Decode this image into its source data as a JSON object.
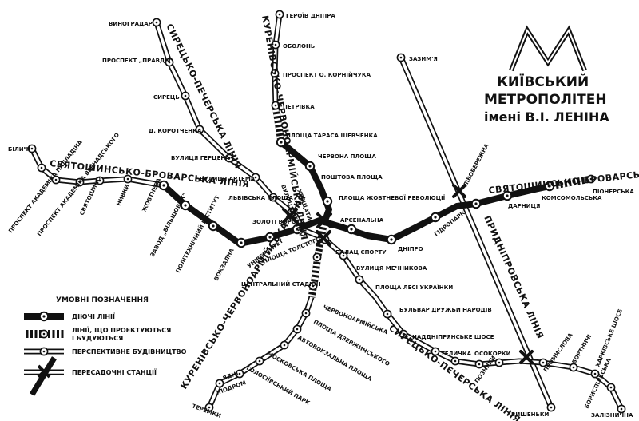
{
  "title": {
    "line1": "КИЇВСЬКИЙ",
    "line2": "МЕТРОПОЛІТЕН",
    "line3": "імені В.І. ЛЕНІНА"
  },
  "line_names": {
    "sviatoshynsko_left": "СВЯТОШИНСЬКО-БРОВАРСЬКА ЛІНІЯ",
    "sviatoshynsko_right": "СВЯТОШИНСЬКО-БРОВАРСЬКА ЛІНІЯ",
    "syretsko_top": "СИРЕЦЬКО-ПЕЧЕРСЬКА ЛІНІЯ",
    "syretsko_bottom": "СИРЕЦЬКО-ПЕЧЕРСЬКА ЛІНІЯ",
    "kurenivsko_top": "КУРЕНІВСЬКО-ЧЕРВОНОАРМІЙСЬКА ЛІНІЯ",
    "kurenivsko_bottom": "КУРЕНІВСЬКО-ЧЕРВОНОАРМІЙСЬКА ЛІНІЯ",
    "prydniprovska": "ПРИДНІПРОВСЬКА ЛІНІЯ"
  },
  "stations": {
    "bilychi": "БІЛИЧІ",
    "prospekt_palladina": "ПРОСПЕКТ АКАДЕМІКА ПАЛЛАДІНА",
    "prospekt_vernadskoho": "ПРОСПЕКТ АКАДЕМІКА ВЕРНАДСЬКОГО",
    "sviatoshyno": "СВЯТОШИНО",
    "nyvky": "НИВКИ",
    "zhovtneva": "ЖОВТНЕВА",
    "zavod_bilshovyk": "ЗАВОД „БІЛЬШОВИК\"",
    "politekhnichnyi": "ПОЛІТЕХНІЧНИЙ ІНСТИТУТ",
    "vokzalna": "ВОКЗАЛНА",
    "universytet": "УНІВЕРСИТЕТ",
    "khreshchatyk": "ХРЕЩАТИК",
    "arsenalna": "АРСЕНАЛЬНА",
    "dnipro": "ДНІПРО",
    "hidropark": "ГІДРОПАРК",
    "livoberezhna": "ЛІВОБЕРЕЖНА",
    "darnytsia": "ДАРНИЦЯ",
    "komsomolska": "КОМСОМОЛЬСЬКА",
    "pionerska": "ПІОНЕРСЬКА",
    "vynohradar": "ВИНОГРАДАР",
    "prospekt_pravdy": "ПРОСПЕКТ „ПРАВДЫ\"",
    "syrets": "СИРЕЦЬ",
    "dorohozhychi": "Д. КОРОТЧЕНКА",
    "vulytsia_hertsena": "ВУЛИЦЯ ГЕРЦЕНА",
    "vulytsia_artema": "ВУЛИЦЯ АРТЕМА",
    "lvivska_ploshcha": "ЛЬВІВСЬКА ПЛОЩА",
    "zoloti_vorota": "ЗОЛОТІ ВОРОТА",
    "ploshcha_tolstoho": "ПЛОЩА ТОЛСТОГО",
    "palats_sportu": "ПАЛАЦ СПОРТУ",
    "vulytsia_mechnykova": "ВУЛИЦЯ МЕЧНИКОВА",
    "ploshcha_lesi": "ПЛОЩА ЛЕСІ УКРАЇНКИ",
    "bulvar_druzhby": "БУЛЬВАР ДРУЖБИ НАРОДІВ",
    "nadniprianske": "НАДДНІПРЯНСЬКЕ ШОСЕ",
    "telychka": "ТЕЛИЧКА",
    "osokorky": "ОСОКОРКИ",
    "pozniaky": "ПОЗНЯКИ",
    "promyslova": "ПРОМИСЛОВА",
    "bortnychi": "БОРТНИЧІ",
    "kharkivske": "ХАРКІВСЬКЕ ШОСЕ",
    "boryspilska": "БОРИСПІЛЬСЬКА",
    "zaliznychna": "ЗАЛІЗНИЧНА",
    "heroiv_dnipra": "ГЕРОЇВ ДНІПРА",
    "obolon": "ОБОЛОНЬ",
    "prospekt_korniichuka": "ПРОСПЕКТ О. КОРНІЙЧУКА",
    "petrivka": "ПЕТРІВКА",
    "ploshcha_shevchenka": "ПЛОЩА ТАРАСА ШЕВЧЕНКА",
    "chervona_ploshcha": "ЧЕРВОНА ПЛОЩА",
    "poshtova_ploshcha": "ПОШТОВА ПЛОЩА",
    "ploshcha_zhovtnevoi": "ПЛОЩА ЖОВТНЕВОЇ РЕВОЛЮЦІЇ",
    "vulytsia_lenina": "ВУЛИЦЯ ЛЕНІНА",
    "tsentralnyi_stadion": "ЦЕНТРАЛЬНИЙ СТАДІОН",
    "chervonoarmiiska": "ЧЕРВОНОАРМІЙСЬКА",
    "ploshcha_dzerzhynskoho": "ПЛОЩА ДЗЕРЖИНСЬКОГО",
    "avtovokzalna": "АВТОВОКЗАЛЬНА ПЛОЩА",
    "moskovska": "МОСКОВСЬКА ПЛОЩА",
    "holosiivskyi": "ГОЛОСІЇВСЬКИЙ ПАРК",
    "vdnh": "ВДНГ",
    "ipodrom": "ІПОДРОМ",
    "teremky": "ТЕРЕМКИ",
    "zazymia": "ЗАЗИМ'Я",
    "vyshenky": "ВИШЕНЬКИ"
  },
  "legend": {
    "title": "УМОВНІ ПОЗНАЧЕННЯ",
    "operating": "ДІЮЧІ ЛІНІЇ",
    "designed_line1": "ЛІНІЇ, ЩО ПРОЕКТУЮТЬСЯ",
    "designed_line2": "І БУДУЮТЬСЯ",
    "prospective": "ПЕРСПЕКТИВНЕ БУДІВНИЦТВО",
    "transfer": "ПЕРЕСАДОЧНІ СТАНЦІЇ"
  },
  "colors": {
    "ink": "#111111",
    "paper": "#ffffff"
  },
  "icons": {
    "metro_logo": "metro-m-logo",
    "station": "station-ring-icon",
    "transfer": "transfer-cross-icon"
  }
}
